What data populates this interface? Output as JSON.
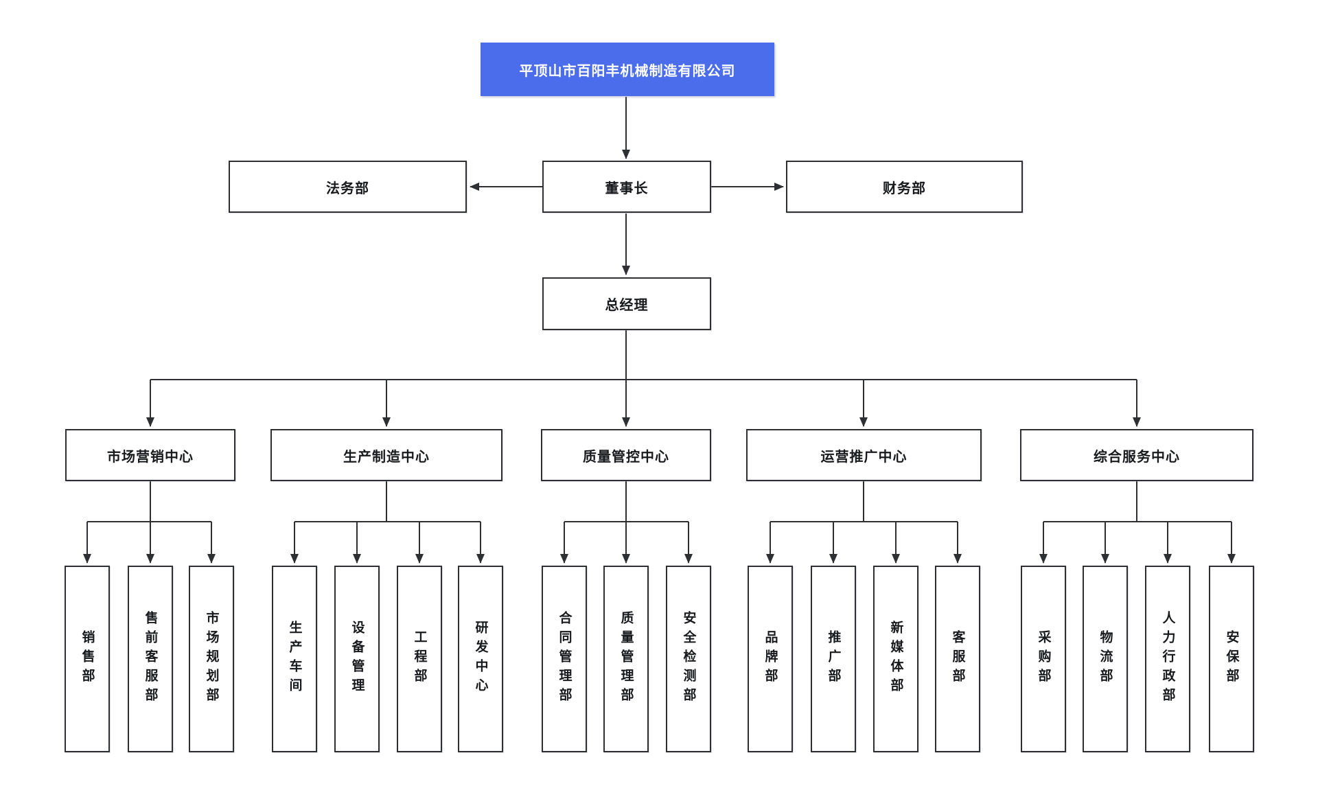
{
  "org": {
    "root": "平顶山市百阳丰机械制造有限公司",
    "executives": {
      "legal": "法务部",
      "chairman": "董事长",
      "finance": "财务部",
      "general_manager": "总经理"
    },
    "centers": [
      {
        "label": "市场营销中心",
        "departments": [
          "销售部",
          "售前客服部",
          "市场规划部"
        ]
      },
      {
        "label": "生产制造中心",
        "departments": [
          "生产车间",
          "设备管理",
          "工程部",
          "研发中心"
        ]
      },
      {
        "label": "质量管控中心",
        "departments": [
          "合同管理部",
          "质量管理部",
          "安全检测部"
        ]
      },
      {
        "label": "运营推广中心",
        "departments": [
          "品牌部",
          "推广部",
          "新媒体部",
          "客服部"
        ]
      },
      {
        "label": "综合服务中心",
        "departments": [
          "采购部",
          "物流部",
          "人力行政部",
          "安保部"
        ]
      }
    ]
  },
  "colors": {
    "root_box_bg": "#4b6ceb",
    "root_box_text": "#ffffff",
    "node_bg": "#ffffff",
    "node_border": "#2e2f33",
    "connector_line": "#2e2f33",
    "node_text": "#17191c",
    "canvas_bg": "#ffffff"
  }
}
